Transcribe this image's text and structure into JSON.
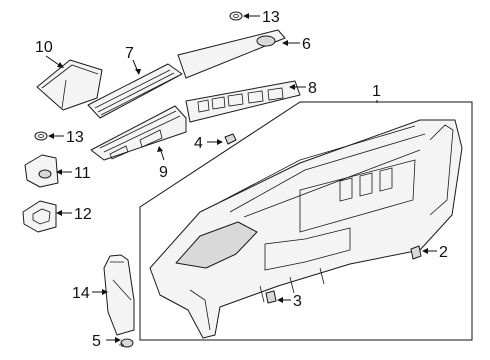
{
  "callouts": [
    {
      "id": "c1",
      "number": "1"
    },
    {
      "id": "c2",
      "number": "2"
    },
    {
      "id": "c3",
      "number": "3"
    },
    {
      "id": "c4",
      "number": "4"
    },
    {
      "id": "c5",
      "number": "5"
    },
    {
      "id": "c6",
      "number": "6"
    },
    {
      "id": "c7",
      "number": "7"
    },
    {
      "id": "c8",
      "number": "8"
    },
    {
      "id": "c9",
      "number": "9"
    },
    {
      "id": "c10",
      "number": "10"
    },
    {
      "id": "c11",
      "number": "11"
    },
    {
      "id": "c12",
      "number": "12"
    },
    {
      "id": "c13a",
      "number": "13"
    },
    {
      "id": "c13b",
      "number": "13"
    },
    {
      "id": "c14",
      "number": "14"
    }
  ]
}
